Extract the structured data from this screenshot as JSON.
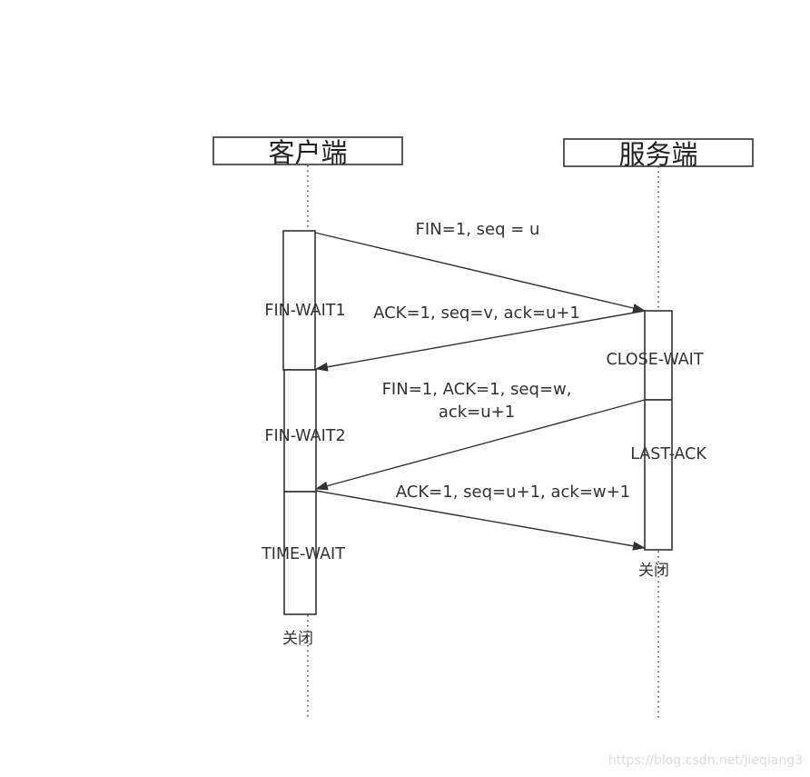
{
  "participants": {
    "client": "客户端",
    "server": "服务端"
  },
  "messages": [
    {
      "line1": "FIN=1, seq = u",
      "line2": "",
      "from": "client",
      "to": "server"
    },
    {
      "line1": "ACK=1, seq=v, ack=u+1",
      "line2": "",
      "from": "server",
      "to": "client"
    },
    {
      "line1": "FIN=1, ACK=1, seq=w,",
      "line2": "ack=u+1",
      "from": "server",
      "to": "client"
    },
    {
      "line1": "ACK=1, seq=u+1, ack=w+1",
      "line2": "",
      "from": "client",
      "to": "server"
    }
  ],
  "client_states": [
    "FIN-WAIT1",
    "FIN-WAIT2",
    "TIME-WAIT"
  ],
  "server_states": [
    "CLOSE-WAIT",
    "LAST-ACK"
  ],
  "client_closed_label": "关闭",
  "server_closed_label": "关闭",
  "watermark": "https://blog.csdn.net/jieqiang3",
  "colors": {
    "line": "#333333",
    "text": "#333333",
    "watermark": "#dddddd"
  }
}
